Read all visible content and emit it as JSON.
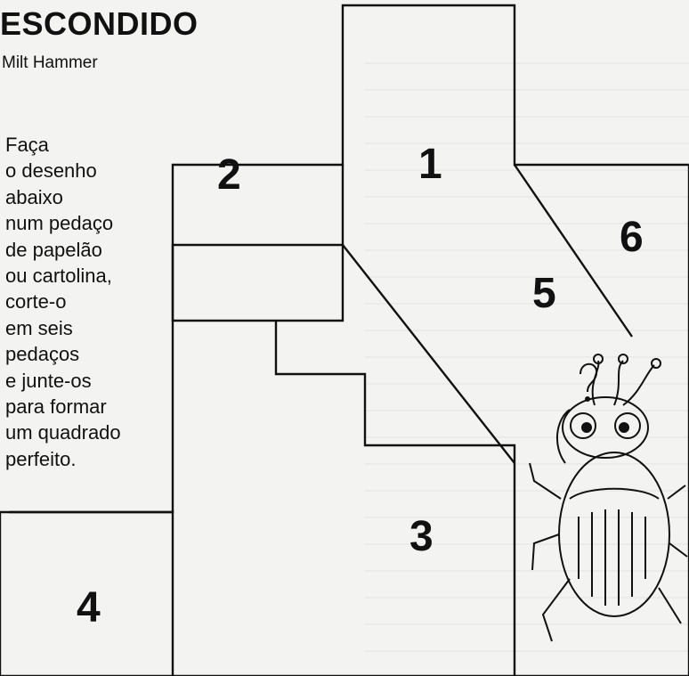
{
  "title": "ESCONDIDO",
  "author": "Milt Hammer",
  "instructions": [
    "Faça",
    "o desenho",
    "abaixo",
    "num pedaço",
    "de papelão",
    "ou cartolina,",
    "corte-o",
    "em seis",
    "pedaços",
    "e junte-os",
    "para formar",
    "um quadrado",
    "perfeito."
  ],
  "pieces": {
    "p1": "1",
    "p2": "2",
    "p3": "3",
    "p4": "4",
    "p5": "5",
    "p6": "6"
  },
  "colors": {
    "ink": "#111111",
    "paper": "#f3f3f1"
  }
}
